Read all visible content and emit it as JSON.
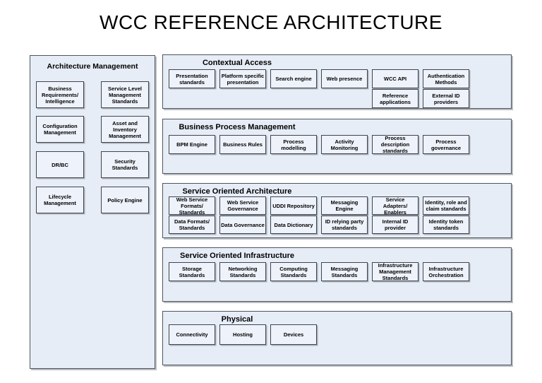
{
  "title": "WCC REFERENCE ARCHITECTURE",
  "colors": {
    "section_background": "#e7edf7",
    "box_background": "#eef2fa",
    "box_border": "#3f454d",
    "section_border": "#4f565f",
    "text": "#000000"
  },
  "sidebar": {
    "title": "Architecture Management",
    "boxes": [
      "Business Requirements/ Intelligence",
      "Service Level Management Standards",
      "Configuration Management",
      "Asset and Inventory Management",
      "DR/BC",
      "Security Standards",
      "Lifecycle Management",
      "Policy Engine"
    ]
  },
  "sections": [
    {
      "title": "Contextual Access",
      "row1": [
        "Presentation standards",
        "Platform specific presentation",
        "Search engine",
        "Web presence",
        "WCC API",
        "Authentication Methods"
      ],
      "row2": [
        null,
        null,
        null,
        null,
        "Reference applications",
        "External ID providers"
      ]
    },
    {
      "title": "Business Process Management",
      "row1": [
        "BPM Engine",
        "Business Rules",
        "Process modelling",
        "Activity Monitoring",
        "Process description standards",
        "Process governance"
      ]
    },
    {
      "title": "Service Oriented Architecture",
      "row1": [
        "Web Service Formats/ Standards",
        "Web Service Governance",
        "UDDI Repository",
        "Messaging Engine",
        "Service Adapters/ Enablers",
        "Identity, role and claim standards"
      ],
      "row2": [
        "Data Formats/ Standards",
        "Data Governance",
        "Data Dictionary",
        "ID relying party standards",
        "Internal ID provider",
        "Identity token standards"
      ]
    },
    {
      "title": "Service Oriented Infrastructure",
      "row1": [
        "Storage Standards",
        "Networking Standards",
        "Computing Standards",
        "Messaging Standards",
        "Infrastructure Management Standards",
        "Infrastructure Orchestration"
      ]
    },
    {
      "title": "Physical",
      "row1": [
        "Connectivity",
        "Hosting",
        "Devices"
      ]
    }
  ]
}
